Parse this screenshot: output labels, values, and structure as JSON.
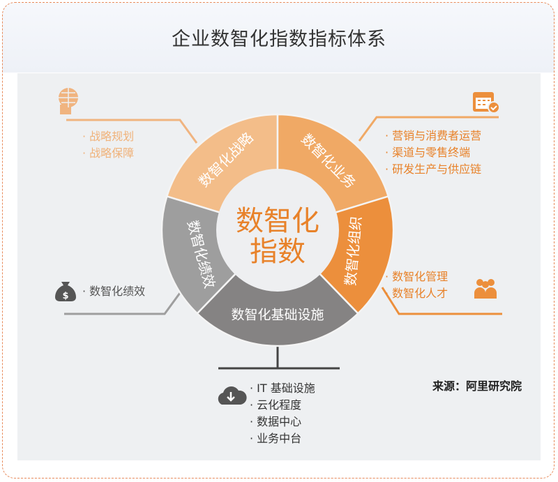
{
  "title": "企业数智化指数指标体系",
  "center": {
    "line1": "数智化",
    "line2": "指数"
  },
  "segments": {
    "strategy": "数智化战略",
    "business": "数智化业务",
    "organization": "数智化组织",
    "infrastructure": "数智化基础设施",
    "performance": "数智化绩效"
  },
  "strategy_items": [
    "战略规划",
    "战略保障"
  ],
  "business_items": [
    "营销与消费者运营",
    "渠道与零售终端",
    "研发生产与供应链"
  ],
  "organization_items": [
    "数智化管理",
    "数智化人才"
  ],
  "performance_items": [
    "数智化绩效"
  ],
  "infrastructure_items": [
    "IT 基础设施",
    "云化程度",
    "数据中心",
    "业务中台"
  ],
  "source": "来源：阿里研究院",
  "colors": {
    "strategy": "#f3bd89",
    "business": "#f0a965",
    "organization": "#ec8f3c",
    "performance": "#9e9e9e",
    "infrastructure": "#858383",
    "accent": "#e8822a"
  }
}
